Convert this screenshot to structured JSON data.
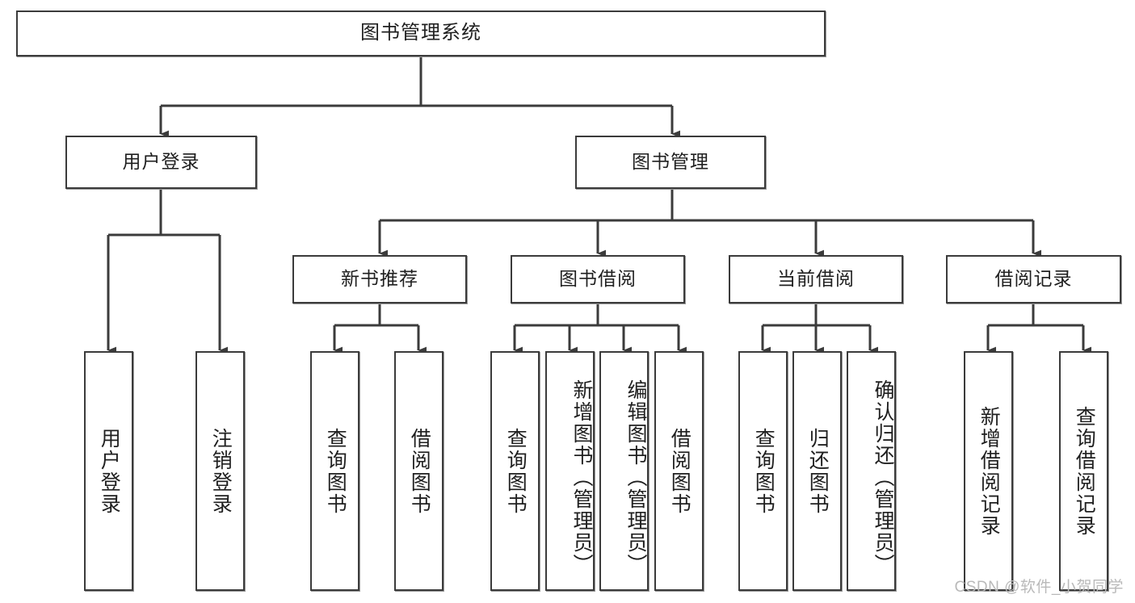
{
  "diagram": {
    "title": "图书管理系统",
    "type": "tree-hierarchy",
    "watermark": "CSDN @软件_小贺同学",
    "colors": {
      "node_border": "#3b3b3b",
      "node_fill": "#ffffff",
      "edge": "#3b3b3b",
      "text": "#1f1f1f",
      "watermark": "#b9b9b9"
    },
    "levels": {
      "root": {
        "label": "图书管理系统"
      },
      "level2": [
        {
          "label": "用户登录"
        },
        {
          "label": "图书管理"
        }
      ],
      "level3": [
        {
          "label": "新书推荐"
        },
        {
          "label": "图书借阅"
        },
        {
          "label": "当前借阅"
        },
        {
          "label": "借阅记录"
        }
      ],
      "leaves": [
        {
          "label": "用户登录",
          "parent": "用户登录"
        },
        {
          "label": "注销登录",
          "parent": "用户登录"
        },
        {
          "label": "查询图书",
          "parent": "新书推荐"
        },
        {
          "label": "借阅图书",
          "parent": "新书推荐"
        },
        {
          "label": "查询图书",
          "parent": "图书借阅"
        },
        {
          "label": "新增图书（管理员）",
          "parent": "图书借阅"
        },
        {
          "label": "编辑图书（管理员）",
          "parent": "图书借阅"
        },
        {
          "label": "借阅图书",
          "parent": "图书借阅"
        },
        {
          "label": "查询图书",
          "parent": "当前借阅"
        },
        {
          "label": "归还图书",
          "parent": "当前借阅"
        },
        {
          "label": "确认归还（管理员）",
          "parent": "当前借阅"
        },
        {
          "label": "新增借阅记录",
          "parent": "借阅记录"
        },
        {
          "label": "查询借阅记录",
          "parent": "借阅记录"
        }
      ]
    }
  }
}
